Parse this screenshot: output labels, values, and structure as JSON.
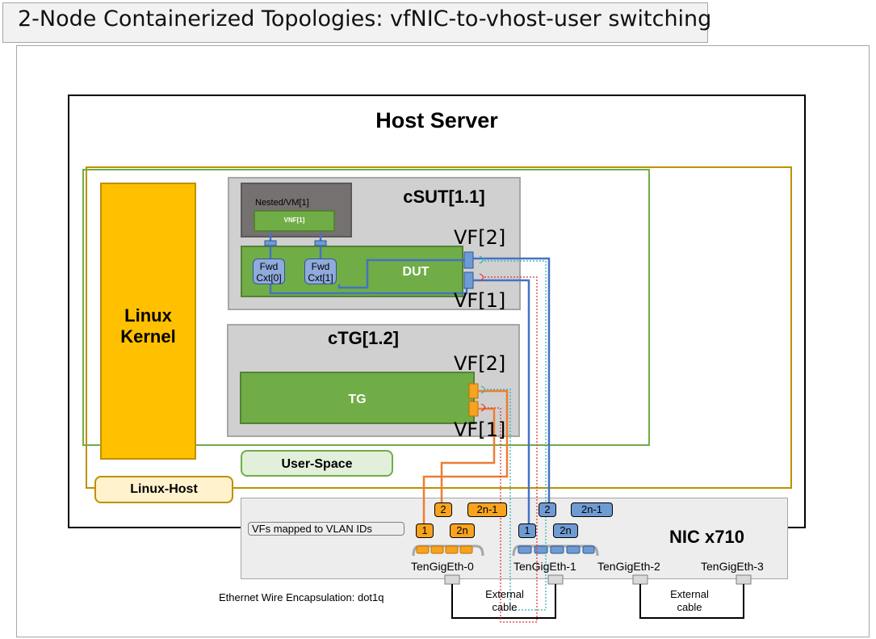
{
  "title": "2-Node Containerized Topologies: vfNIC-to-vhost-user switching",
  "host_server": "Host Server",
  "linux_kernel": [
    "Linux",
    "Kernel"
  ],
  "csut": {
    "label": "cSUT[1.1]",
    "nested": "Nested/VM[1]",
    "vnf": "VNF[1]",
    "dut": "DUT",
    "fwd0": [
      "Fwd",
      "Cxt[0]"
    ],
    "fwd1": [
      "Fwd",
      "Cxt[1]"
    ],
    "vf_top": "VF[2]",
    "vf_bottom": "VF[1]"
  },
  "ctg": {
    "label": "cTG[1.2]",
    "tg": "TG",
    "vf_top": "VF[2]",
    "vf_bottom": "VF[1]"
  },
  "user_space": "User-Space",
  "linux_host": "Linux-Host",
  "nic": {
    "label": "NIC x710",
    "vlan_note": "VFs mapped to VLAN IDs",
    "orange_tags": [
      "1",
      "2",
      "2n",
      "2n-1"
    ],
    "blue_tags": [
      "1",
      "2",
      "2n",
      "2n-1"
    ],
    "ports": [
      "TenGigEth-0",
      "TenGigEth-1",
      "TenGigEth-2",
      "TenGigEth-3"
    ]
  },
  "encapsulation": "Ethernet Wire Encapsulation: dot1q",
  "external_cable_1": [
    "External",
    "cable"
  ],
  "external_cable_2": [
    "External",
    "cable"
  ],
  "colors": {
    "orange_link": "#ed7d31",
    "blue_link": "#4472c4",
    "red_dotted": "#e03030",
    "cyan_dotted": "#2ab0b0",
    "kernel": "#ffc000",
    "green": "#70ad47"
  }
}
